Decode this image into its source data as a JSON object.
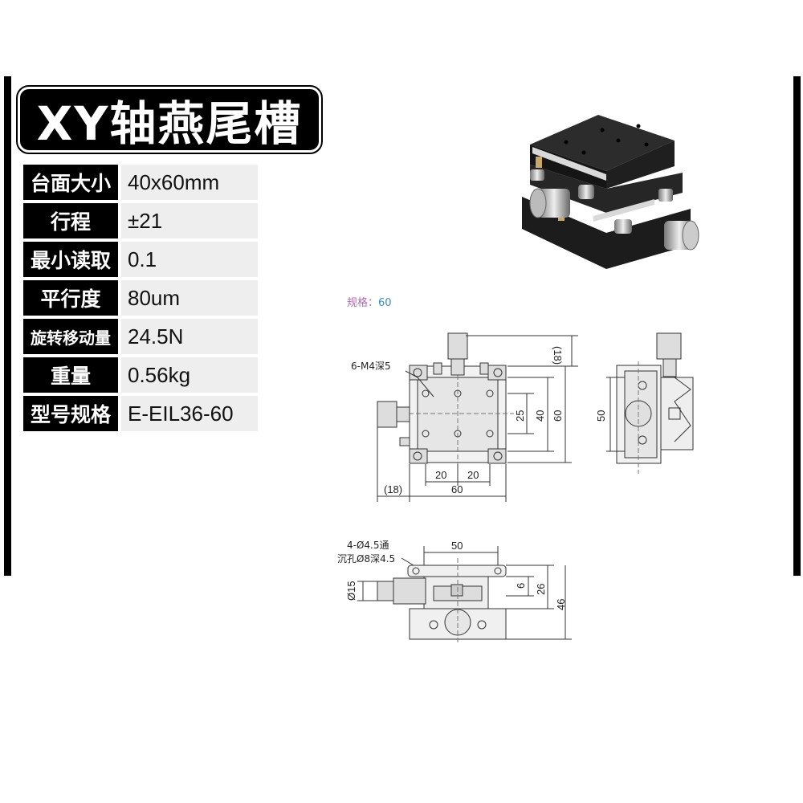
{
  "title": "XY轴燕尾槽",
  "specs": [
    {
      "label": "台面大小",
      "value": "40x60mm"
    },
    {
      "label": "行程",
      "value": "±21"
    },
    {
      "label": "最小读取",
      "value": "0.1"
    },
    {
      "label": "平行度",
      "value": "80um"
    },
    {
      "label": "旋转移动量",
      "value": "24.5N"
    },
    {
      "label": "重量",
      "value": "0.56kg"
    },
    {
      "label": "型号规格",
      "value": "E-EIL36-60"
    }
  ],
  "drawing": {
    "spec_label": "规格：",
    "spec_value": "60",
    "top_view": {
      "hole_note": "6-M4深5",
      "dim_18_top": "(18)",
      "dim_25": "25",
      "dim_40": "40",
      "dim_60_right": "60",
      "dim_20_a": "20",
      "dim_20_b": "20",
      "dim_18_left": "(18)",
      "dim_60_bottom": "60"
    },
    "side_view": {
      "dim_50": "50"
    },
    "front_view": {
      "hole_note_1": "4-Ø4.5通",
      "hole_note_2": "沉孔Ø8深4.5",
      "dim_50": "50",
      "dim_15": "Ø15",
      "dim_6": "6",
      "dim_26": "26",
      "dim_46": "46"
    }
  }
}
